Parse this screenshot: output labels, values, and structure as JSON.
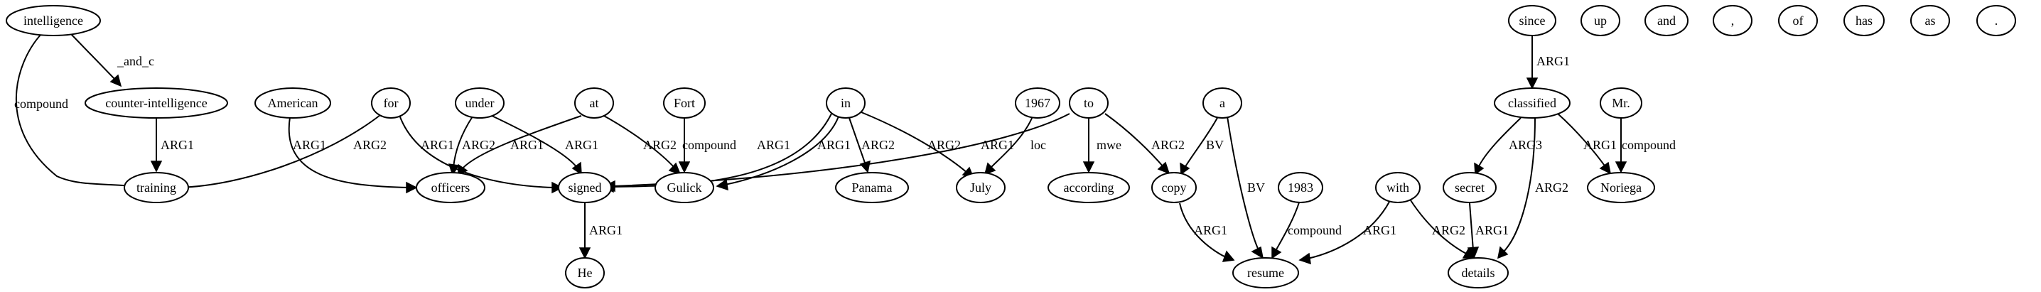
{
  "nodes": {
    "intelligence": "intelligence",
    "counter_intelligence": "counter-intelligence",
    "training": "training",
    "american": "American",
    "for": "for",
    "under": "under",
    "officers": "officers",
    "at": "at",
    "fort": "Fort",
    "signed": "signed",
    "he": "He",
    "gulick": "Gulick",
    "in": "in",
    "panama": "Panama",
    "y1967": "1967",
    "july": "July",
    "to": "to",
    "according": "according",
    "a": "a",
    "copy": "copy",
    "y1983": "1983",
    "resume": "resume",
    "with": "with",
    "since": "since",
    "classified": "classified",
    "secret": "secret",
    "details": "details",
    "mr": "Mr.",
    "noriega": "Noriega",
    "up": "up",
    "and": "and",
    "comma": ",",
    "of": "of",
    "has": "has",
    "as": "as",
    "period": "."
  },
  "edges": {
    "intelligence_training": "compound",
    "intelligence_counter": "_and_c",
    "counter_training": "ARG1",
    "american_officers": "ARG1",
    "for_training": "ARG2",
    "for_signed": "ARG1",
    "under_officers": "ARG2",
    "under_signed": "ARG1",
    "at_officers": "ARG1",
    "at_gulick": "ARG2",
    "fort_gulick": "compound",
    "in_signed": "ARG1",
    "in_gulick": "ARG1",
    "in_panama": "ARG2",
    "in_july": "ARG2",
    "y1967_july": "loc",
    "to_signed": "ARG1",
    "to_according": "mwe",
    "to_copy": "ARG2",
    "a_copy": "BV",
    "a_resume": "BV",
    "copy_resume": "ARG1",
    "y1983_resume": "compound",
    "with_resume": "ARG1",
    "with_details": "ARG2",
    "signed_he": "ARG1",
    "since_classified": "ARG1",
    "classified_secret": "ARG3",
    "classified_details": "ARG2",
    "classified_noriega": "ARG1",
    "mr_noriega": "compound",
    "secret_details": "ARG1"
  }
}
